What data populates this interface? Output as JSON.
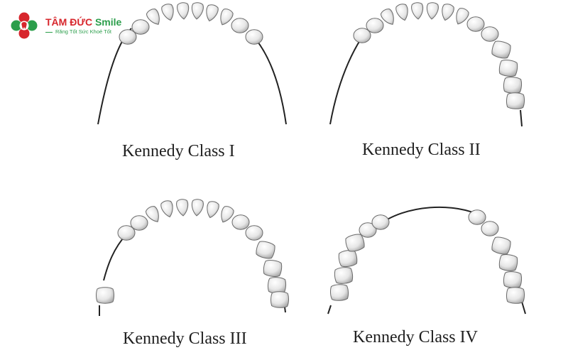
{
  "logo": {
    "brand_part1": "TÂM ĐỨC",
    "brand_part2": "Smile",
    "tagline": "Răng Tốt Sức Khoẻ Tốt",
    "colors": {
      "red": "#d7262c",
      "green": "#2b9e4b"
    }
  },
  "diagrams": [
    {
      "label": "Kennedy Class I"
    },
    {
      "label": "Kennedy Class II"
    },
    {
      "label": "Kennedy Class III"
    },
    {
      "label": "Kennedy Class IV"
    }
  ],
  "colors": {
    "tooth_fill": "#f2f2f2",
    "tooth_stroke": "#6a6a6a",
    "arch": "#222222"
  }
}
